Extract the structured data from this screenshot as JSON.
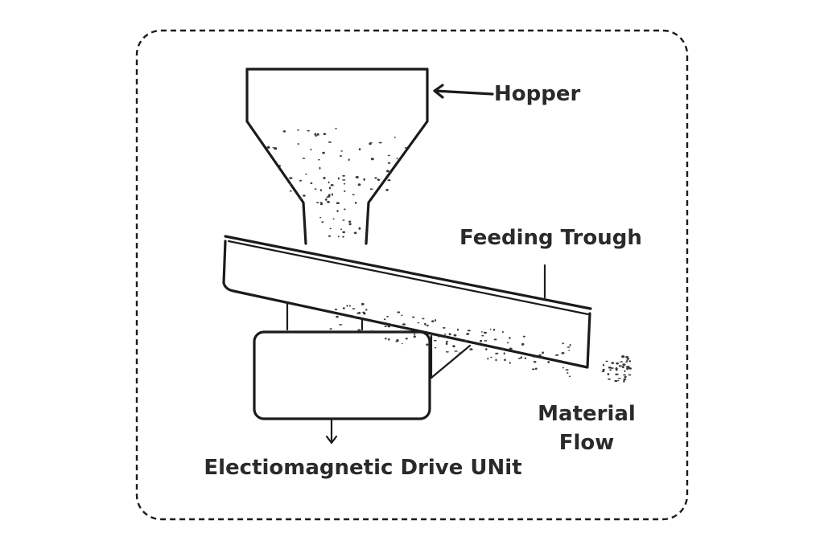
{
  "labels": {
    "hopper": "Hopper",
    "feeding_trough": "Feeding Trough",
    "material_flow_line1": "Material",
    "material_flow_line2": "Flow",
    "drive_unit": "Electiomagnetic Drive UNit"
  },
  "colors": {
    "ink": "#1b1b1b",
    "text": "#2a2a2a",
    "background": "#ffffff"
  }
}
